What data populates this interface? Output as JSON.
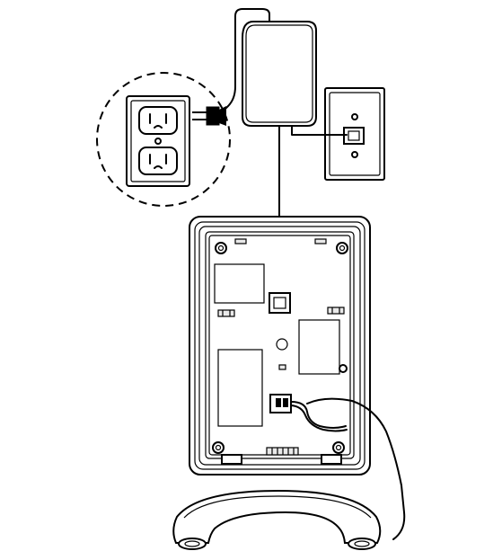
{
  "figure": {
    "description_visible_text": "",
    "components": [
      "ac-adapter",
      "wall-outlet",
      "telephone-wall-jack",
      "telephone-base",
      "handset"
    ],
    "line_color": "#000000",
    "background": "#ffffff"
  }
}
